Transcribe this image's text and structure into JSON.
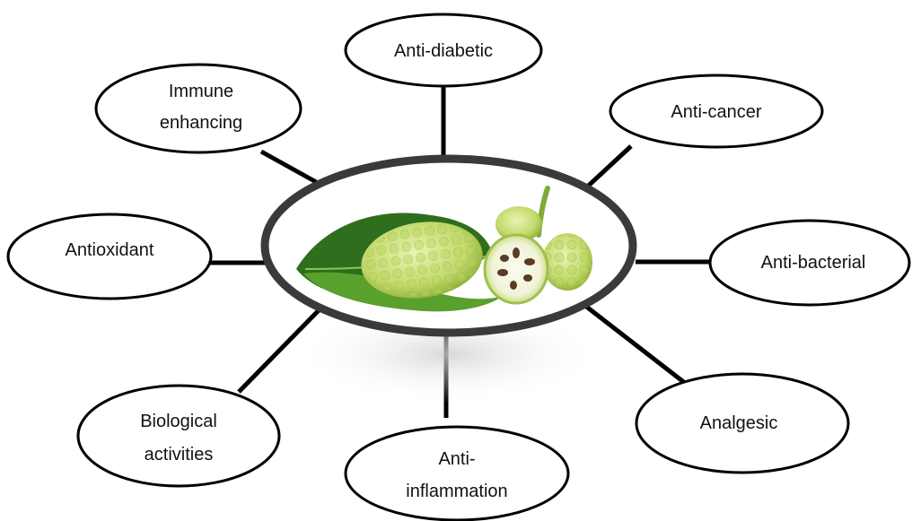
{
  "diagram": {
    "center": {
      "image": "noni fruit on green leaf"
    },
    "nodes": [
      {
        "id": "anti-diabetic",
        "lines": [
          "Anti-diabetic"
        ]
      },
      {
        "id": "anti-cancer",
        "lines": [
          "Anti-cancer"
        ]
      },
      {
        "id": "anti-bacterial",
        "lines": [
          "Anti-bacterial"
        ]
      },
      {
        "id": "analgesic",
        "lines": [
          "Analgesic"
        ]
      },
      {
        "id": "anti-inflammation",
        "lines": [
          "Anti-",
          "inflammation"
        ]
      },
      {
        "id": "biological-activities",
        "lines": [
          "Biological",
          "activities"
        ]
      },
      {
        "id": "antioxidant",
        "lines": [
          "Antioxidant"
        ]
      },
      {
        "id": "immune-enhancing",
        "lines": [
          "Immune",
          "enhancing"
        ]
      }
    ]
  },
  "colors": {
    "ring": "#3a3a3a",
    "leaf_dark": "#2f6e1c",
    "leaf_light": "#5aa02c",
    "fruit": "#c9e07a",
    "fruit_shadow": "#9fc04a"
  }
}
